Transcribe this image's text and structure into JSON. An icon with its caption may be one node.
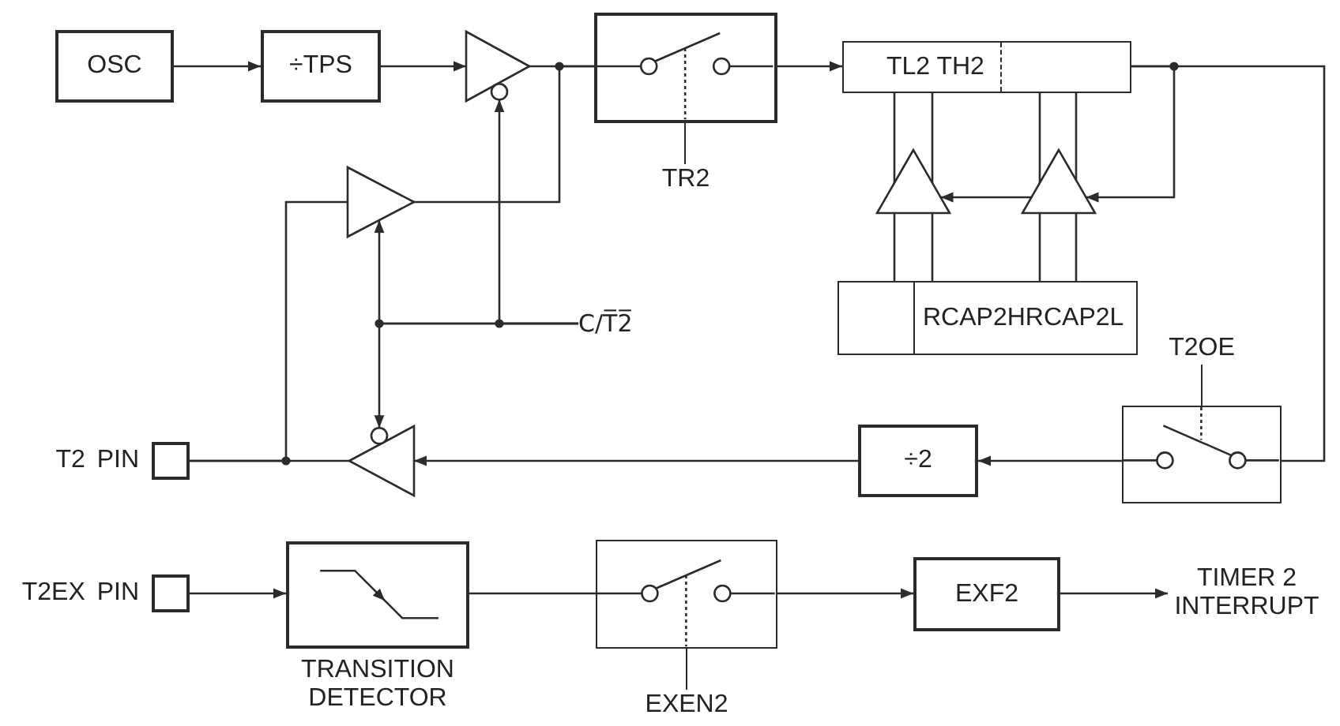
{
  "diagram": {
    "nodes": [
      {
        "text": [
          "OSC"
        ]
      },
      {
        "text": [
          "÷TPS"
        ]
      },
      {
        "text": [],
        "shape": "triangle"
      },
      {
        "text": [
          "TR2"
        ]
      },
      {
        "text": [
          "TL2 TH2"
        ]
      },
      {
        "text": [],
        "shape": "triangle"
      },
      {
        "text": [],
        "shape": "triangle"
      },
      {
        "text": [],
        "shape": "triangle"
      },
      {
        "text": [
          "C/T̅2̅"
        ]
      },
      {
        "text": [
          "RCAP2HRCAP2L"
        ]
      },
      {
        "text": [
          "T2 PIN"
        ]
      },
      {
        "text": [],
        "shape": "triangle"
      },
      {
        "text": [
          "÷2"
        ]
      },
      {
        "text": [
          "T2OE"
        ]
      },
      {
        "text": [
          "T2EX PIN"
        ]
      },
      {
        "text": [
          "TRANSITION DETECTOR"
        ]
      },
      {
        "text": [
          "EXEN2"
        ]
      },
      {
        "text": [
          "EXF2"
        ]
      },
      {
        "text": [
          "TIMER 2 INTERRUPT"
        ]
      }
    ],
    "edges": [
      {
        "from": 0,
        "to": 1,
        "arrow": "to"
      },
      {
        "from": 1,
        "to": 2,
        "arrow": "to"
      },
      {
        "from": 2,
        "to": 3,
        "arrow": "none"
      },
      {
        "from": 5,
        "to": 3,
        "arrow": "none"
      },
      {
        "from": 3,
        "to": 4,
        "arrow": "to"
      },
      {
        "from": 4,
        "to": 7,
        "arrow": "to"
      },
      {
        "from": 7,
        "to": 6,
        "arrow": "to"
      },
      {
        "from": 4,
        "to": 13,
        "arrow": "none"
      },
      {
        "from": 9,
        "to": 6,
        "arrow": "none"
      },
      {
        "from": 6,
        "to": 4,
        "arrow": "none"
      },
      {
        "from": 9,
        "to": 7,
        "arrow": "none"
      },
      {
        "from": 7,
        "to": 4,
        "arrow": "none"
      },
      {
        "from": 8,
        "to": 2,
        "arrow": "to"
      },
      {
        "from": 8,
        "to": 5,
        "arrow": "to"
      },
      {
        "from": 8,
        "to": 11,
        "arrow": "to"
      },
      {
        "from": 10,
        "to": 5,
        "arrow": "none"
      },
      {
        "from": 11,
        "to": 10,
        "arrow": "none"
      },
      {
        "from": 12,
        "to": 11,
        "arrow": "to"
      },
      {
        "from": 13,
        "to": 12,
        "arrow": "to"
      },
      {
        "from": 14,
        "to": 15,
        "arrow": "to"
      },
      {
        "from": 15,
        "to": 16,
        "arrow": "none"
      },
      {
        "from": 16,
        "to": 17,
        "arrow": "to"
      },
      {
        "from": 17,
        "to": 18,
        "arrow": "to"
      }
    ]
  }
}
